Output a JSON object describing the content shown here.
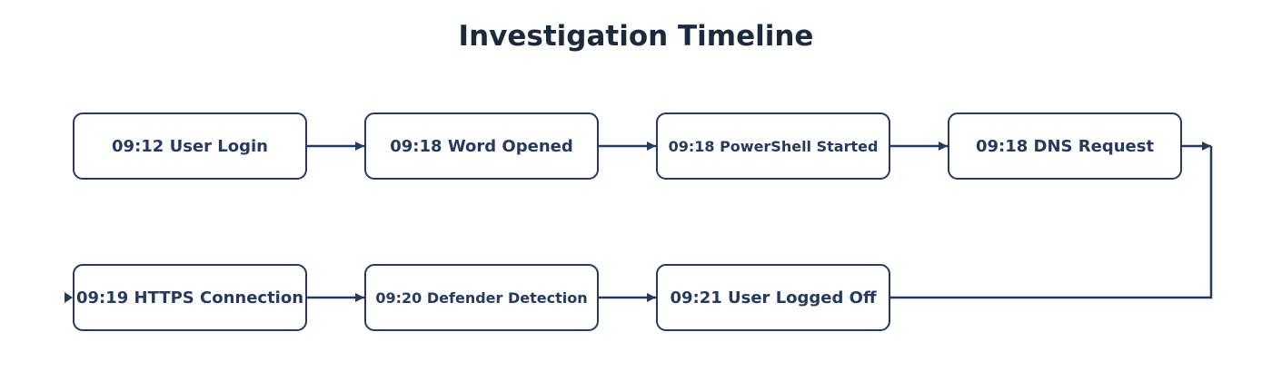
{
  "title": "Investigation Timeline",
  "colors": {
    "stroke": "#243a5e",
    "text": "#243a5e",
    "title": "#1c2a3e",
    "background": "#ffffff"
  },
  "events": [
    {
      "label": "09:12 User Login"
    },
    {
      "label": "09:18 Word Opened"
    },
    {
      "label": "09:18 PowerShell Started"
    },
    {
      "label": "09:18 DNS Request"
    },
    {
      "label": "09:19 HTTPS Connection"
    },
    {
      "label": "09:20 Defender Detection"
    },
    {
      "label": "09:21 User Logged Off"
    }
  ]
}
